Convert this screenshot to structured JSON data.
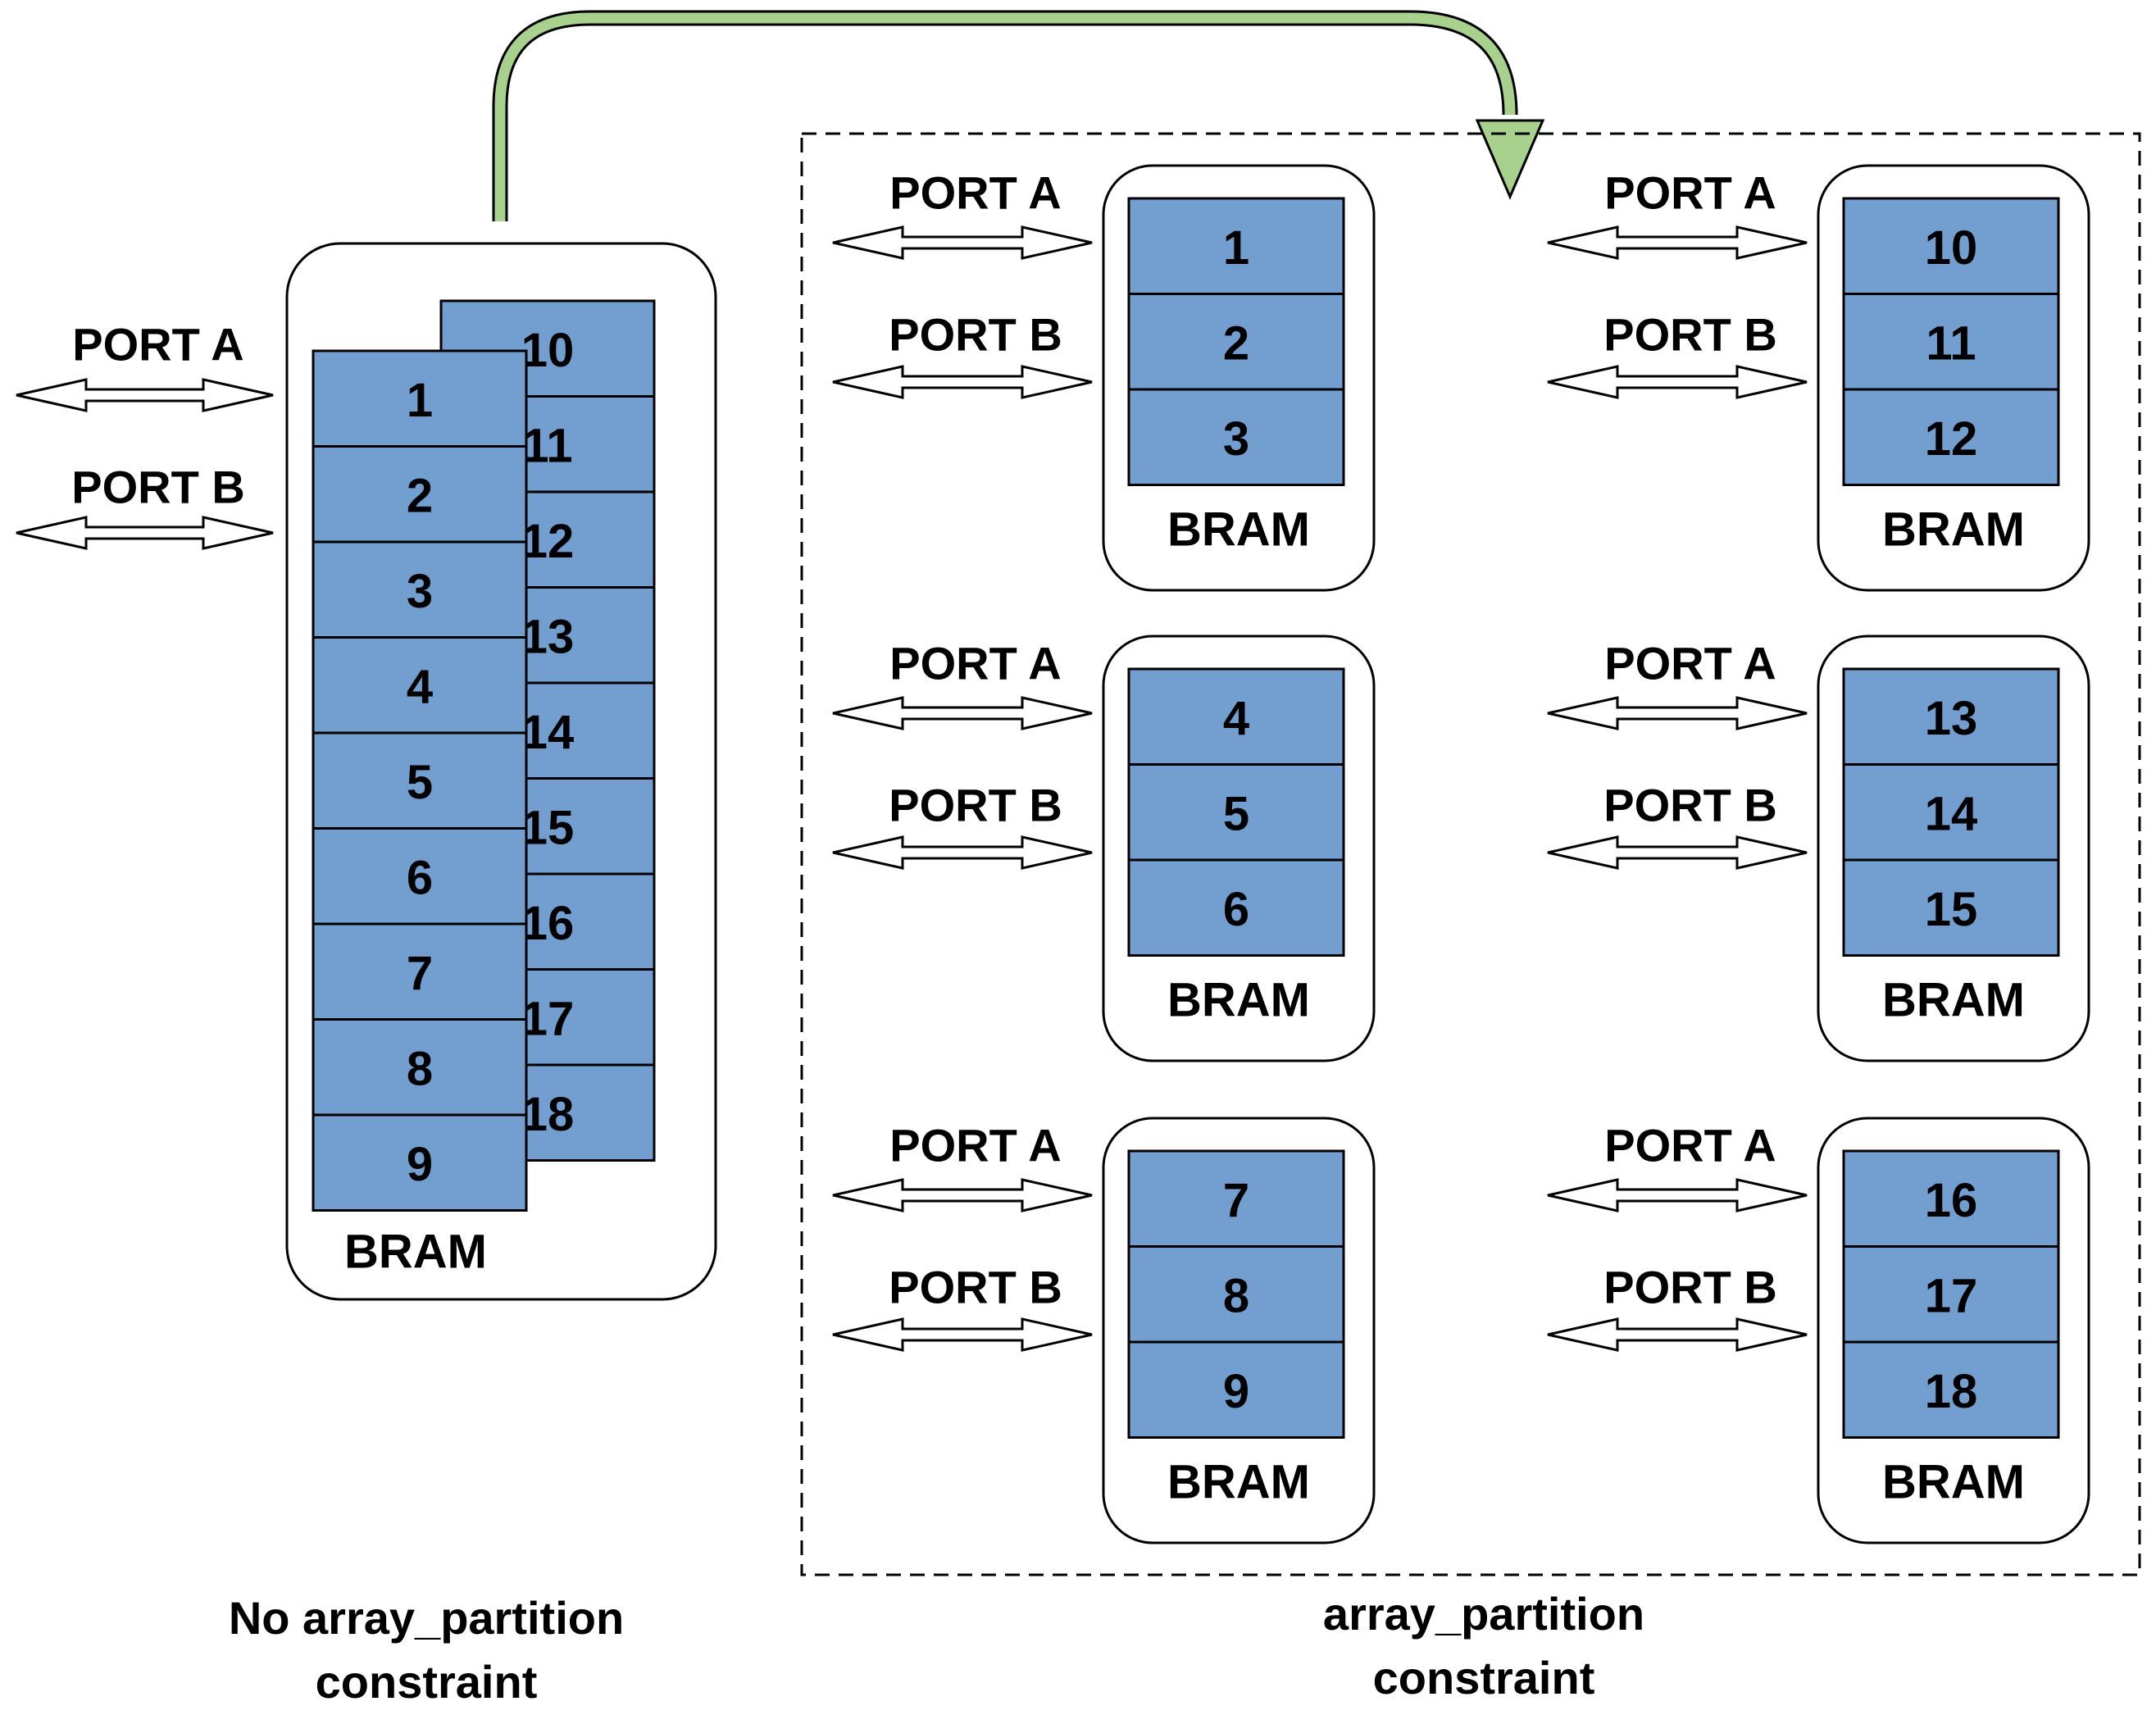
{
  "port_a_label": "PORT A",
  "port_b_label": "PORT B",
  "bram_label": "BRAM",
  "left": {
    "front_cells": [
      "1",
      "2",
      "3",
      "4",
      "5",
      "6",
      "7",
      "8",
      "9"
    ],
    "back_cells": [
      "10",
      "11",
      "12",
      "13",
      "14",
      "15",
      "16",
      "17",
      "18"
    ],
    "caption_line1": "No array_partition",
    "caption_line2": "constraint"
  },
  "right": {
    "blocks": [
      {
        "cells": [
          "1",
          "2",
          "3"
        ]
      },
      {
        "cells": [
          "10",
          "11",
          "12"
        ]
      },
      {
        "cells": [
          "4",
          "5",
          "6"
        ]
      },
      {
        "cells": [
          "13",
          "14",
          "15"
        ]
      },
      {
        "cells": [
          "7",
          "8",
          "9"
        ]
      },
      {
        "cells": [
          "16",
          "17",
          "18"
        ]
      }
    ],
    "caption_line1": "array_partition",
    "caption_line2": "constraint"
  },
  "colors": {
    "cell_fill": "#729fcf",
    "transition_arrow": "#a9d18e"
  }
}
